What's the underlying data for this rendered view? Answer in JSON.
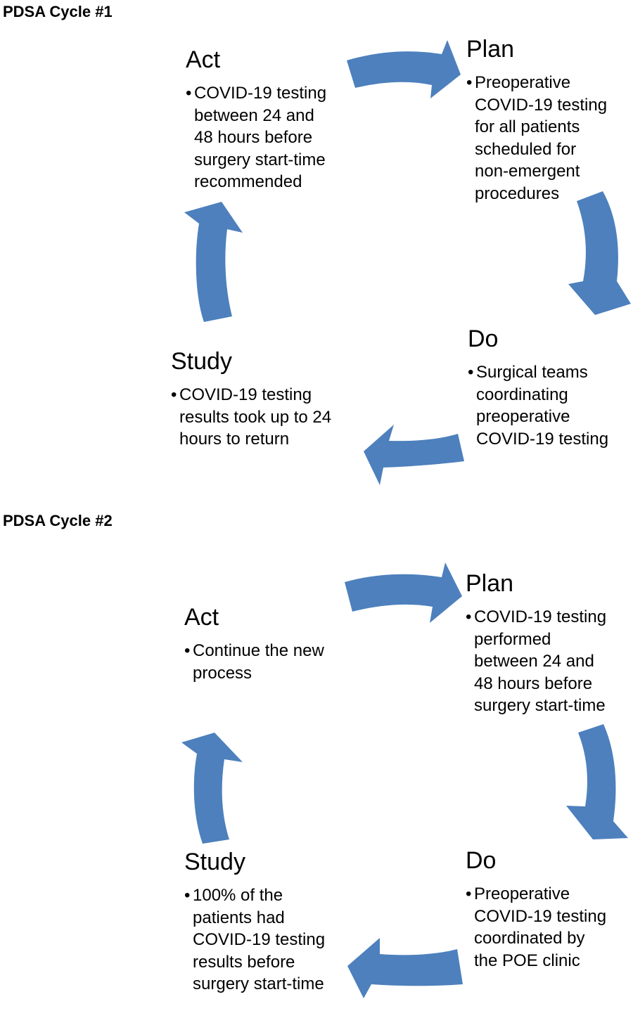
{
  "cycles": [
    {
      "title": "PDSA Cycle #1",
      "plan": {
        "heading": "Plan",
        "text": "Preoperative\nCOVID-19 testing\nfor all patients\nscheduled for\nnon-emergent\nprocedures"
      },
      "do": {
        "heading": "Do",
        "text": "Surgical teams\ncoordinating\npreoperative\nCOVID-19 testing"
      },
      "study": {
        "heading": "Study",
        "text": "COVID-19 testing\nresults took up to 24\nhours to return"
      },
      "act": {
        "heading": "Act",
        "text": "COVID-19 testing\nbetween 24 and\n48 hours before\nsurgery start-time\nrecommended"
      }
    },
    {
      "title": "PDSA Cycle #2",
      "plan": {
        "heading": "Plan",
        "text": "COVID-19 testing\nperformed\nbetween 24 and\n48 hours before\nsurgery start-time"
      },
      "do": {
        "heading": "Do",
        "text": "Preoperative\nCOVID-19 testing\ncoordinated by\nthe POE clinic"
      },
      "study": {
        "heading": "Study",
        "text": "100% of the\npatients had\nCOVID-19 testing\nresults before\nsurgery start-time"
      },
      "act": {
        "heading": "Act",
        "text": "Continue the new\nprocess"
      }
    }
  ],
  "colors": {
    "arrow": "#4d80bd"
  },
  "icons": [
    "curved-arrow-icon"
  ]
}
